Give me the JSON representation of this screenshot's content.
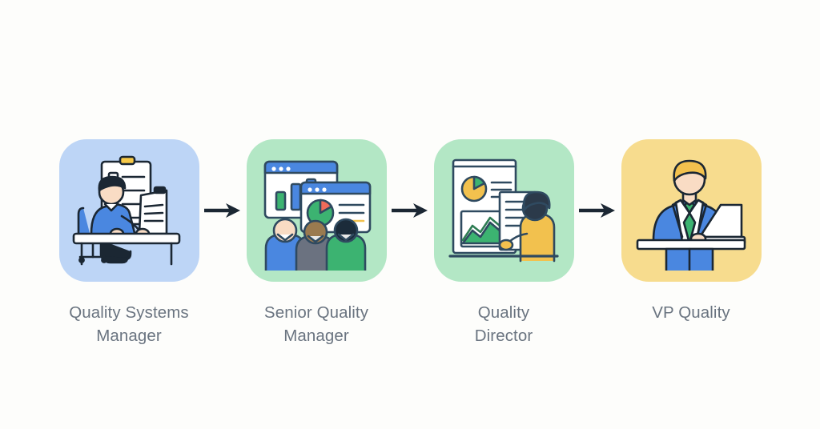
{
  "page": {
    "type": "process-flow-diagram",
    "background_color": "#fdfdfb",
    "orientation": "horizontal",
    "label_color": "#6a7480",
    "arrow_color": "#1b2733"
  },
  "flow": {
    "steps": [
      {
        "id": "quality-systems-manager",
        "label": "Quality Systems\nManager",
        "card_color": "#bdd5f6",
        "icon_name": "person-at-desk-with-checklist-illustration",
        "icon_description": "Seated person at a desk reviewing a clipboard checklist and a document"
      },
      {
        "id": "senior-quality-manager",
        "label": "Senior Quality\nManager",
        "card_color": "#b3e7c5",
        "icon_name": "team-reviewing-dashboards-illustration",
        "icon_description": "Three people viewing bar chart and pie chart dashboard windows"
      },
      {
        "id": "quality-director",
        "label": "Quality\nDirector",
        "card_color": "#b3e7c5",
        "icon_name": "person-presenting-reports-illustration",
        "icon_description": "Person in yellow top presenting report boards with pie chart and area chart"
      },
      {
        "id": "vp-quality",
        "label": "VP Quality",
        "card_color": "#f7dc8e",
        "icon_name": "executive-at-laptop-illustration",
        "icon_description": "Executive in blue suit and green tie working at a laptop on a desk"
      }
    ],
    "connectors": [
      {
        "id": "connector-1",
        "icon_name": "arrow-right-icon"
      },
      {
        "id": "connector-2",
        "icon_name": "arrow-right-icon"
      },
      {
        "id": "connector-3",
        "icon_name": "arrow-right-icon"
      }
    ]
  }
}
